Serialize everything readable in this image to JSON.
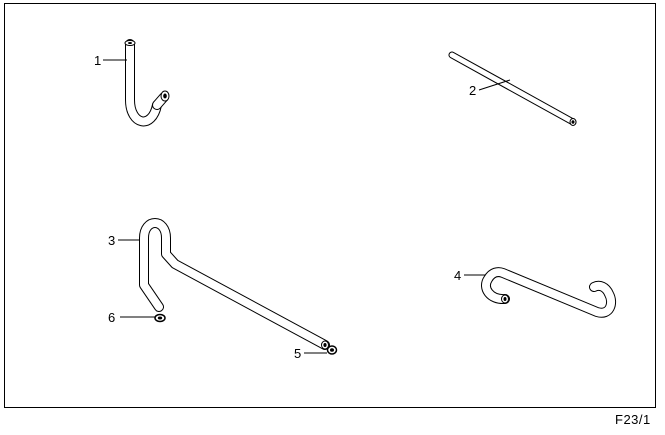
{
  "figure_code": "F23/1",
  "colors": {
    "line": "#000000",
    "background": "#ffffff"
  },
  "callouts": [
    {
      "number": "1"
    },
    {
      "number": "2"
    },
    {
      "number": "3"
    },
    {
      "number": "4"
    },
    {
      "number": "5"
    },
    {
      "number": "6"
    }
  ]
}
